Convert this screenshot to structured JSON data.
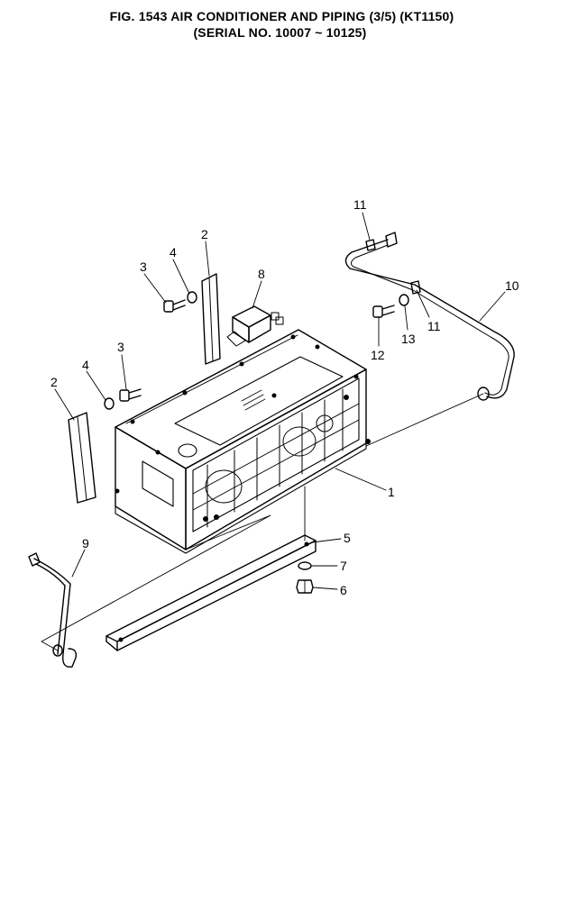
{
  "header": {
    "title": "FIG. 1543   AIR CONDITIONER AND PIPING (3/5) (KT1150)",
    "subtitle": "(SERIAL NO. 10007 ~ 10125)"
  },
  "callouts": [
    "1",
    "2",
    "2",
    "3",
    "3",
    "4",
    "4",
    "5",
    "6",
    "7",
    "8",
    "9",
    "10",
    "11",
    "11",
    "12",
    "13"
  ],
  "colors": {
    "ink": "#000000",
    "paper": "#ffffff"
  }
}
